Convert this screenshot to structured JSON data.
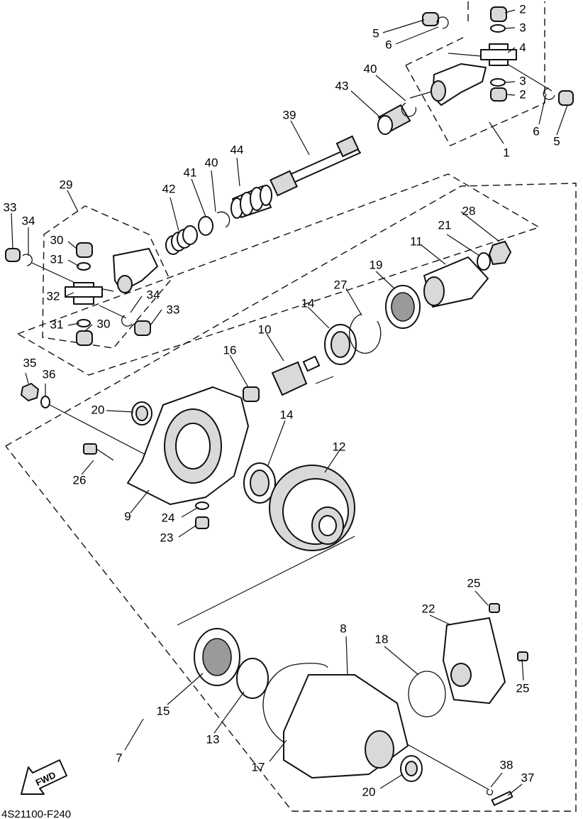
{
  "diagram_code": "4S21100-F240",
  "fwd_label": "FWD",
  "callouts": [
    {
      "id": "c1",
      "text": "1"
    },
    {
      "id": "c2a",
      "text": "2"
    },
    {
      "id": "c2b",
      "text": "2"
    },
    {
      "id": "c3a",
      "text": "3"
    },
    {
      "id": "c3b",
      "text": "3"
    },
    {
      "id": "c4",
      "text": "4"
    },
    {
      "id": "c5a",
      "text": "5"
    },
    {
      "id": "c5b",
      "text": "5"
    },
    {
      "id": "c6a",
      "text": "6"
    },
    {
      "id": "c6b",
      "text": "6"
    },
    {
      "id": "c7",
      "text": "7"
    },
    {
      "id": "c8",
      "text": "8"
    },
    {
      "id": "c9",
      "text": "9"
    },
    {
      "id": "c10",
      "text": "10"
    },
    {
      "id": "c11",
      "text": "11"
    },
    {
      "id": "c12",
      "text": "12"
    },
    {
      "id": "c13",
      "text": "13"
    },
    {
      "id": "c14a",
      "text": "14"
    },
    {
      "id": "c14b",
      "text": "14"
    },
    {
      "id": "c15",
      "text": "15"
    },
    {
      "id": "c16",
      "text": "16"
    },
    {
      "id": "c17",
      "text": "17"
    },
    {
      "id": "c18",
      "text": "18"
    },
    {
      "id": "c19",
      "text": "19"
    },
    {
      "id": "c20a",
      "text": "20"
    },
    {
      "id": "c20b",
      "text": "20"
    },
    {
      "id": "c21",
      "text": "21"
    },
    {
      "id": "c22",
      "text": "22"
    },
    {
      "id": "c23",
      "text": "23"
    },
    {
      "id": "c24",
      "text": "24"
    },
    {
      "id": "c25a",
      "text": "25"
    },
    {
      "id": "c25b",
      "text": "25"
    },
    {
      "id": "c26",
      "text": "26"
    },
    {
      "id": "c27",
      "text": "27"
    },
    {
      "id": "c28",
      "text": "28"
    },
    {
      "id": "c29",
      "text": "29"
    },
    {
      "id": "c30a",
      "text": "30"
    },
    {
      "id": "c30b",
      "text": "30"
    },
    {
      "id": "c31a",
      "text": "31"
    },
    {
      "id": "c31b",
      "text": "31"
    },
    {
      "id": "c32",
      "text": "32"
    },
    {
      "id": "c33a",
      "text": "33"
    },
    {
      "id": "c33b",
      "text": "33"
    },
    {
      "id": "c34a",
      "text": "34"
    },
    {
      "id": "c34b",
      "text": "34"
    },
    {
      "id": "c35",
      "text": "35"
    },
    {
      "id": "c36",
      "text": "36"
    },
    {
      "id": "c37",
      "text": "37"
    },
    {
      "id": "c38",
      "text": "38"
    },
    {
      "id": "c39",
      "text": "39"
    },
    {
      "id": "c40a",
      "text": "40"
    },
    {
      "id": "c40b",
      "text": "40"
    },
    {
      "id": "c41",
      "text": "41"
    },
    {
      "id": "c42",
      "text": "42"
    },
    {
      "id": "c43",
      "text": "43"
    },
    {
      "id": "c44",
      "text": "44"
    }
  ]
}
